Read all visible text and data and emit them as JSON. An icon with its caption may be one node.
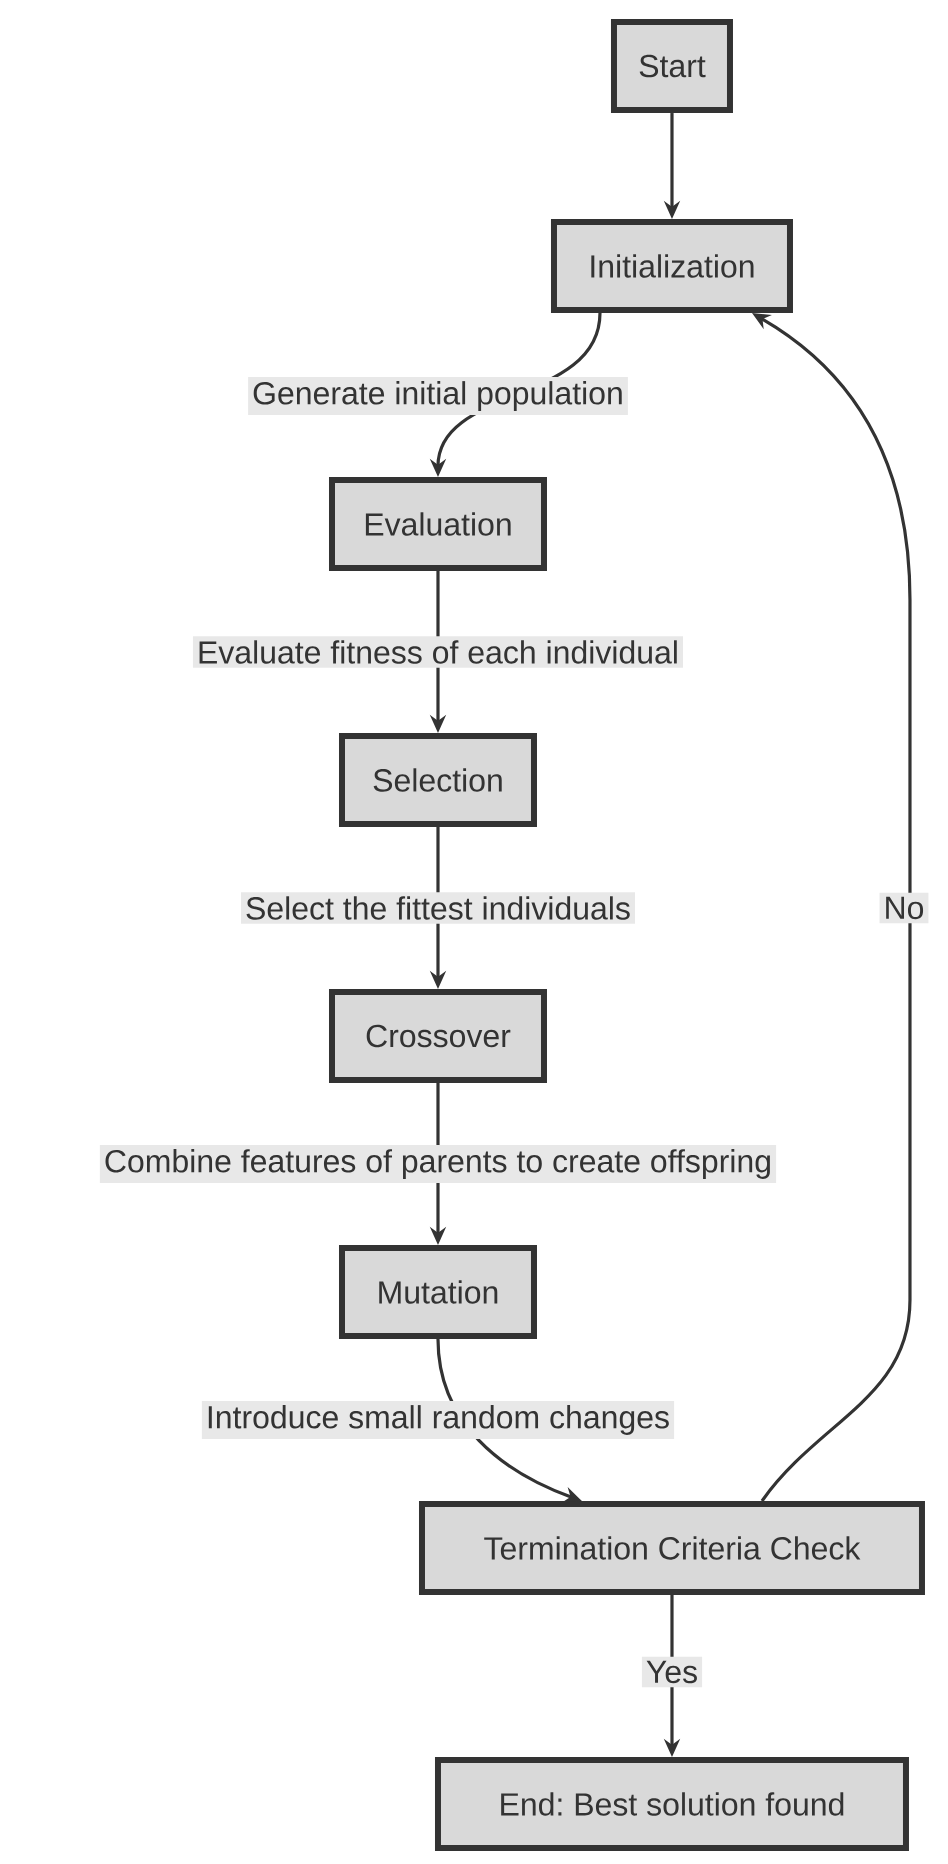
{
  "diagram": {
    "nodes": [
      {
        "text": [
          "Start"
        ]
      },
      {
        "text": [
          "Initialization"
        ]
      },
      {
        "text": [
          "Evaluation"
        ]
      },
      {
        "text": [
          "Selection"
        ]
      },
      {
        "text": [
          "Crossover"
        ]
      },
      {
        "text": [
          "Mutation"
        ]
      },
      {
        "text": [
          "Termination Criteria Check"
        ]
      },
      {
        "text": [
          "End: Best solution found"
        ]
      }
    ],
    "edges": [
      {
        "from": 0,
        "to": 1,
        "arrow": "to"
      },
      {
        "from": 1,
        "to": 2,
        "arrow": "to",
        "label": "Generate initial population"
      },
      {
        "from": 2,
        "to": 3,
        "arrow": "to",
        "label": "Evaluate fitness of each individual"
      },
      {
        "from": 3,
        "to": 4,
        "arrow": "to",
        "label": "Select the fittest individuals"
      },
      {
        "from": 4,
        "to": 5,
        "arrow": "to",
        "label": "Combine features of parents to create offspring"
      },
      {
        "from": 5,
        "to": 6,
        "arrow": "to",
        "label": "Introduce small random changes"
      },
      {
        "from": 6,
        "to": 1,
        "arrow": "to",
        "label": "No"
      },
      {
        "from": 6,
        "to": 7,
        "arrow": "to",
        "label": "Yes"
      }
    ]
  }
}
